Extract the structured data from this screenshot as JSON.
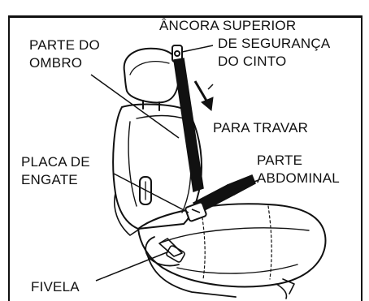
{
  "labels": {
    "top_partial": "",
    "anchor": [
      "ÂNCORA SUPERIOR",
      "DE SEGURANÇA",
      "DO CINTO"
    ],
    "shoulder": [
      "PARTE DO",
      "OMBRO"
    ],
    "lock": "PARA TRAVAR",
    "latch_plate": [
      "PLACA DE",
      "ENGATE"
    ],
    "lap": [
      "PARTE",
      "ABDOMINAL"
    ],
    "buckle": "FIVELA"
  },
  "colors": {
    "ink": "#111111",
    "background": "#ffffff"
  }
}
